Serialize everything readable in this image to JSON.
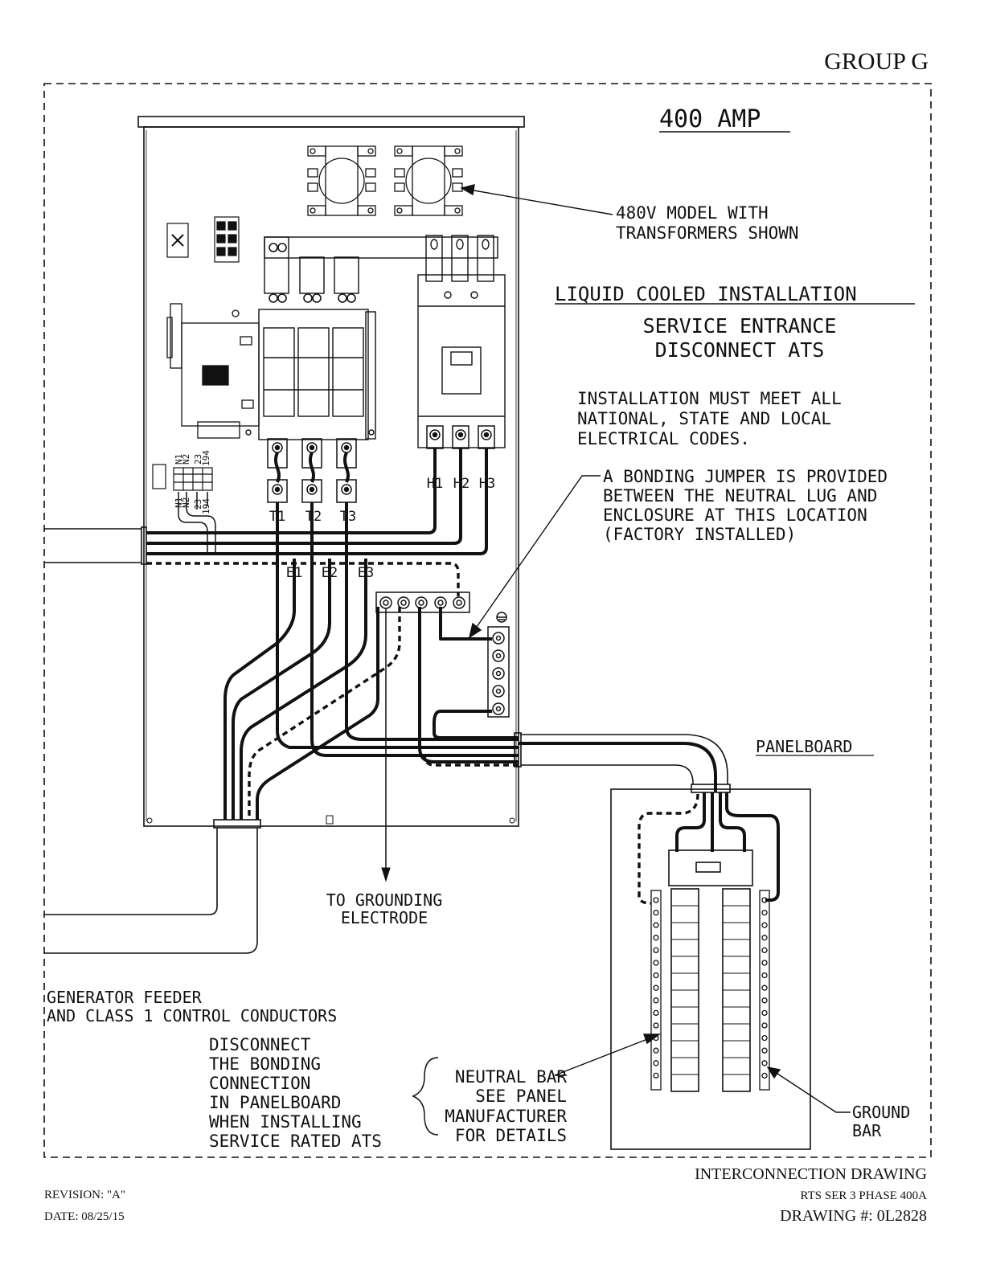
{
  "header": {
    "group": "GROUP G"
  },
  "rating": "400 AMP",
  "notes": {
    "transformer_line1": "480V MODEL WITH",
    "transformer_line2": "TRANSFORMERS SHOWN",
    "install_type": "LIQUID COOLED INSTALLATION",
    "service_line1": "SERVICE ENTRANCE",
    "service_line2": "DISCONNECT ATS",
    "codes_line1": "INSTALLATION MUST MEET ALL",
    "codes_line2": "NATIONAL, STATE AND LOCAL",
    "codes_line3": "ELECTRICAL CODES.",
    "bonding_line1": "A BONDING JUMPER IS PROVIDED",
    "bonding_line2": "BETWEEN THE NEUTRAL LUG AND",
    "bonding_line3": "ENCLOSURE AT THIS LOCATION",
    "bonding_line4": "(FACTORY INSTALLED)",
    "grounding_line1": "TO GROUNDING",
    "grounding_line2": "ELECTRODE",
    "feeder_line1": "GENERATOR FEEDER",
    "feeder_line2": "AND CLASS 1 CONTROL CONDUCTORS",
    "disconnect_line1": "DISCONNECT",
    "disconnect_line2": "THE BONDING",
    "disconnect_line3": "CONNECTION",
    "disconnect_line4": "IN PANELBOARD",
    "disconnect_line5": "WHEN INSTALLING",
    "disconnect_line6": "SERVICE RATED ATS",
    "neutral_line1": "NEUTRAL BAR",
    "neutral_line2": "SEE PANEL",
    "neutral_line3": "MANUFACTURER",
    "neutral_line4": "FOR DETAILS",
    "ground_line1": "GROUND",
    "ground_line2": "BAR",
    "panelboard": "PANELBOARD"
  },
  "terminals": {
    "t1": "T1",
    "t2": "T2",
    "t3": "T3",
    "e1": "E1",
    "e2": "E2",
    "e3": "E3",
    "h1": "H1",
    "h2": "H2",
    "h3": "H3",
    "n1": "N1",
    "n2": "N2",
    "w23": "23",
    "w194": "194"
  },
  "footer": {
    "revision": "REVISION: \"A\"",
    "date": "DATE: 08/25/15",
    "title": "INTERCONNECTION DRAWING",
    "model": "RTS SER 3 PHASE 400A",
    "drawing_no": "DRAWING #: 0L2828"
  },
  "colors": {
    "ink": "#111111",
    "paper": "#ffffff"
  }
}
